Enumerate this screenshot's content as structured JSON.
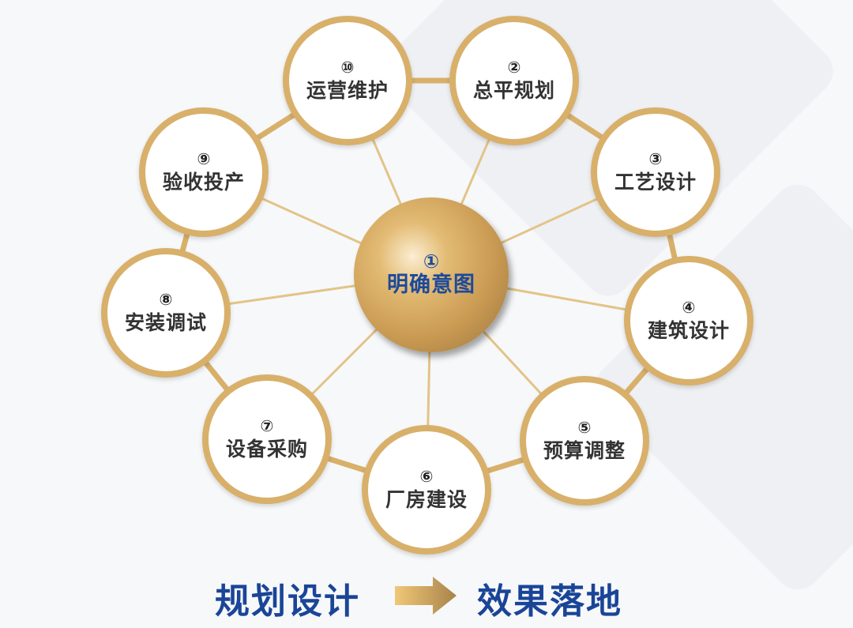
{
  "center": {
    "number": "①",
    "label": "明确意图"
  },
  "nodes": [
    {
      "number": "②",
      "label": "总平规划"
    },
    {
      "number": "③",
      "label": "工艺设计"
    },
    {
      "number": "④",
      "label": "建筑设计"
    },
    {
      "number": "⑤",
      "label": "预算调整"
    },
    {
      "number": "⑥",
      "label": "厂房建设"
    },
    {
      "number": "⑦",
      "label": "设备采购"
    },
    {
      "number": "⑧",
      "label": "安装调试"
    },
    {
      "number": "⑨",
      "label": "验收投产"
    },
    {
      "number": "⑩",
      "label": "运营维护"
    }
  ],
  "footer": {
    "left": "规划设计",
    "right": "效果落地"
  },
  "colors": {
    "gold": "#d8b06a",
    "blue": "#1a4597"
  }
}
